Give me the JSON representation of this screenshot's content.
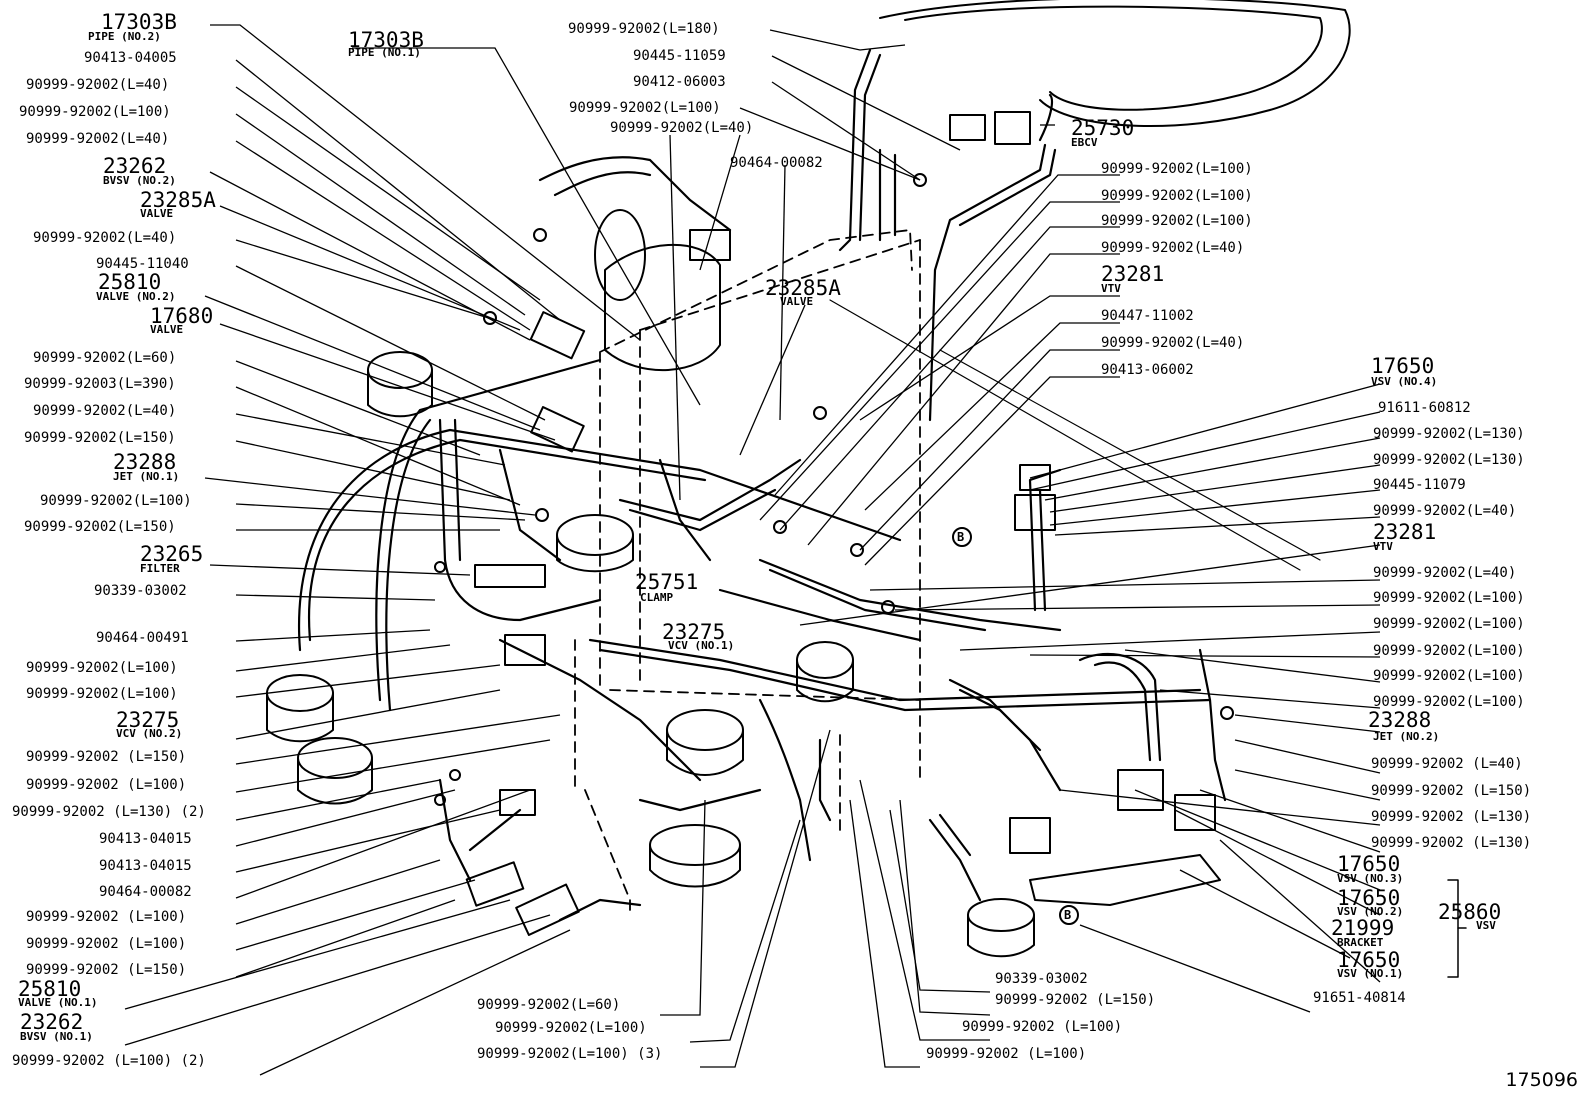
{
  "left_labels": [
    "90413-04005",
    "90999-92002(L=40)",
    "90999-92002(L=100)",
    "90999-92002(L=40)",
    "90999-92002(L=40)",
    "90445-11040",
    "90999-92002(L=60)",
    "90999-92003(L=390)",
    "90999-92002(L=40)",
    "90999-92002(L=150)",
    "90999-92002(L=100)",
    "90999-92002(L=150)",
    "90339-03002",
    "90464-00491",
    "90999-92002(L=100)",
    "90999-92002(L=100)",
    "90999-92002 (L=150)",
    "90999-92002 (L=100)",
    "90999-92002 (L=130) (2)",
    "90413-04015",
    "90413-04015",
    "90464-00082",
    "90999-92002 (L=100)",
    "90999-92002 (L=100)",
    "90999-92002 (L=150)",
    "90999-92002 (L=100) (2)"
  ],
  "left_parts": [
    {
      "num": "17303B",
      "name": "PIPE (NO.2)"
    },
    {
      "num": "23262",
      "name": "BVSV (NO.2)"
    },
    {
      "num": "23285A",
      "name": "VALVE"
    },
    {
      "num": "25810",
      "name": "VALVE (NO.2)"
    },
    {
      "num": "17680",
      "name": "VALVE"
    },
    {
      "num": "23288",
      "name": "JET (NO.1)"
    },
    {
      "num": "23265",
      "name": "FILTER"
    },
    {
      "num": "23275",
      "name": "VCV (NO.2)"
    },
    {
      "num": "25810",
      "name": "VALVE (NO.1)"
    },
    {
      "num": "23262",
      "name": "BVSV (NO.1)"
    }
  ],
  "top_labels": [
    "90999-92002(L=180)",
    "90445-11059",
    "90412-06003",
    "90999-92002(L=100)",
    "90999-92002(L=40)",
    "90464-00082"
  ],
  "top_parts": [
    {
      "num": "17303B",
      "name": "PIPE (NO.1)"
    },
    {
      "num": "25730",
      "name": "EBCV"
    },
    {
      "num": "23285A",
      "name": "VALVE"
    },
    {
      "num": "25751",
      "name": "CLAMP"
    },
    {
      "num": "23275",
      "name": "VCV (NO.1)"
    }
  ],
  "center_right_labels": [
    "90999-92002(L=100)",
    "90999-92002(L=100)",
    "90999-92002(L=100)",
    "90999-92002(L=40)",
    "90447-11002",
    "90999-92002(L=40)",
    "90413-06002"
  ],
  "center_right_parts": [
    {
      "num": "23281",
      "name": "VTV"
    }
  ],
  "right_labels": [
    "91611-60812",
    "90999-92002(L=130)",
    "90999-92002(L=130)",
    "90445-11079",
    "90999-92002(L=40)",
    "90999-92002(L=40)",
    "90999-92002(L=100)",
    "90999-92002(L=100)",
    "90999-92002(L=100)",
    "90999-92002(L=100)",
    "90999-92002(L=100)",
    "90999-92002 (L=40)",
    "90999-92002 (L=150)",
    "90999-92002 (L=130)",
    "90999-92002 (L=130)",
    "91651-40814"
  ],
  "right_parts": [
    {
      "num": "17650",
      "name": "VSV (NO.4)"
    },
    {
      "num": "23281",
      "name": "VTV"
    },
    {
      "num": "23288",
      "name": "JET (NO.2)"
    },
    {
      "num": "17650",
      "name": "VSV (NO.3)"
    },
    {
      "num": "17650",
      "name": "VSV (NO.2)"
    },
    {
      "num": "21999",
      "name": "BRACKET"
    },
    {
      "num": "17650",
      "name": "VSV (NO.1)"
    }
  ],
  "group_part": {
    "num": "25860",
    "name": "VSV"
  },
  "bottom_labels": [
    "90999-92002(L=60)",
    "90999-92002(L=100)",
    "90999-92002(L=100) (3)",
    "90339-03002",
    "90999-92002 (L=150)",
    "90999-92002 (L=100)",
    "90999-92002 (L=100)"
  ],
  "markers": [
    "B",
    "B"
  ],
  "corner_id": "175096"
}
